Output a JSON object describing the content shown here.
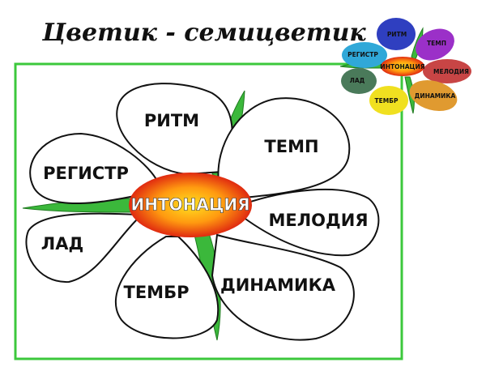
{
  "title": "Цветик - семицветик",
  "center": "ИНТОНАЦИЯ",
  "petals": [
    "РИТМ",
    "ТЕМП",
    "МЕЛОДИЯ",
    "ДИНАМИКА",
    "ТЕМБР",
    "ЛАД",
    "РЕГИСТР"
  ],
  "colors": {
    "frame": "#3cc83c",
    "leaf": "#3bb83b",
    "center_inner": "#ffe020",
    "center_outer": "#e02a10",
    "small_petals": [
      "#2f3fc0",
      "#9b30c8",
      "#c84545",
      "#e09a30",
      "#f0e020",
      "#4a7a5a",
      "#30a8d8"
    ]
  }
}
